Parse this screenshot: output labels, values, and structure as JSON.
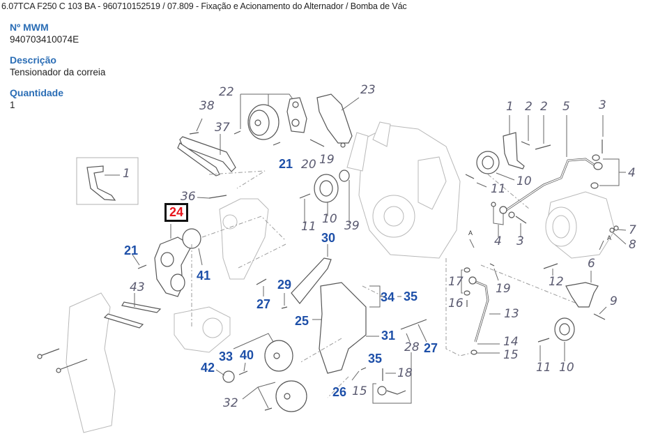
{
  "header": {
    "breadcrumb": "6.07TCA F250 C 103 BA - 960710152519  /  07.809 - Fixação e Acionamento do Alternador / Bomba de Vác"
  },
  "part_info": {
    "mwm_label": "Nº MWM",
    "mwm_value": "940703410074E",
    "description_label": "Descrição",
    "description_value": "Tensionador da correia",
    "quantity_label": "Quantidade",
    "quantity_value": "1"
  },
  "colors": {
    "label_blue": "#2a6db5",
    "callout_blue": "#1d4fa8",
    "callout_selected_red": "#e8141b",
    "callout_gray": "#5a5a70"
  },
  "diagram": {
    "selected_callout": "24",
    "callouts": {
      "c1_inset": "1",
      "c38": "38",
      "c37": "37",
      "c22": "22",
      "c23": "23",
      "c21_top": "21",
      "c20": "20",
      "c19_top": "19",
      "c36": "36",
      "c24": "24",
      "c10_mid": "10",
      "c11_mid": "11",
      "c39": "39",
      "c21_left": "21",
      "c41": "41",
      "c43": "43",
      "c30": "30",
      "c29": "29",
      "c27_left": "27",
      "c34": "34",
      "c35_a": "35",
      "c25": "25",
      "c31": "31",
      "c35_b": "35",
      "c28": "28",
      "c27_right": "27",
      "c33": "33",
      "c40": "40",
      "c42": "42",
      "c26": "26",
      "c15_bottom": "15",
      "c18": "18",
      "c32": "32",
      "c1_right": "1",
      "c2_a": "2",
      "c2_b": "2",
      "c5": "5",
      "c3_top": "3",
      "c4_right": "4",
      "c11_right": "11",
      "c10_right": "10",
      "c4_left": "4",
      "c3_mid": "3",
      "c7": "7",
      "c8": "8",
      "c6": "6",
      "c12": "12",
      "c17": "17",
      "c19_right": "19",
      "c16": "16",
      "c13": "13",
      "c14": "14",
      "c15_right": "15",
      "c9": "9",
      "c11_bottom": "11",
      "c10_bottom": "10",
      "markA1": "A",
      "markA2": "A"
    }
  }
}
